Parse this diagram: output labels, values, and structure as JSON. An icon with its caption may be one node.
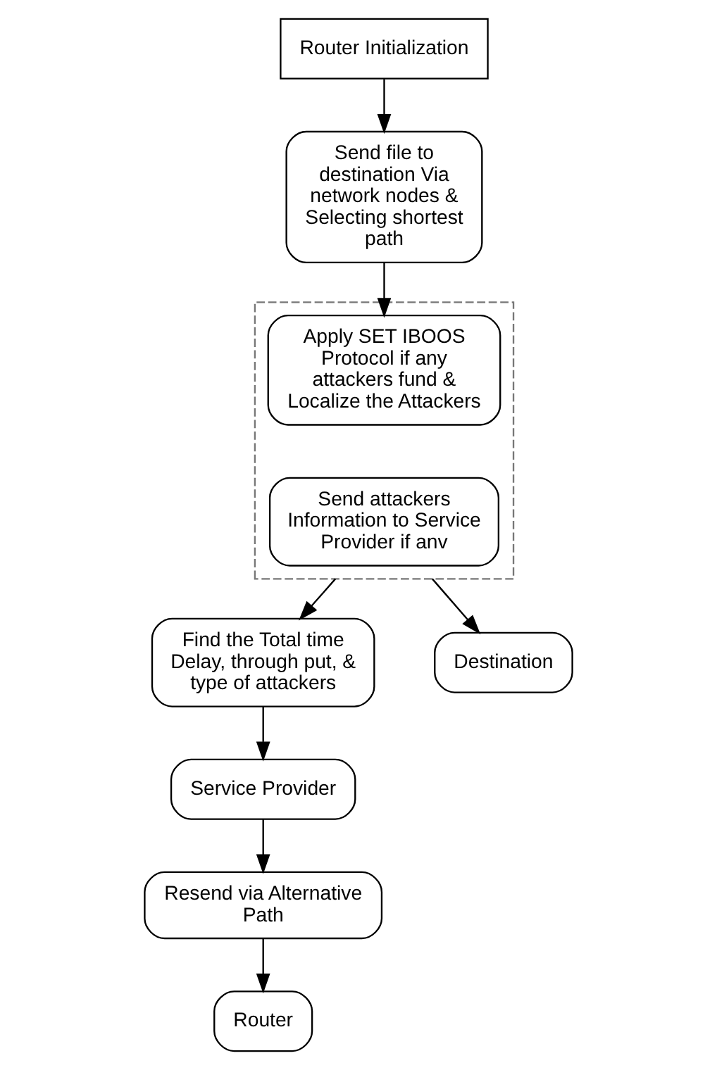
{
  "diagram": {
    "nodes": [
      {
        "text": [
          "Router Initialization"
        ]
      },
      {
        "text": [
          "Send file to destination Via network nodes & Selecting shortest path"
        ]
      },
      {
        "text": [],
        "shape": "box"
      },
      {
        "text": [
          "Apply SET IBOOS Protocol if any attackers fund & Localize the Attackers"
        ],
        "in": 2
      },
      {
        "text": [
          "Send attackers Information to Service Provider if anv"
        ],
        "in": 2
      },
      {
        "text": [
          "Find the Total time Delay, through put, & type of attackers"
        ]
      },
      {
        "text": [
          "Service Provider"
        ]
      },
      {
        "text": [
          "Resend via Alternative Path"
        ]
      },
      {
        "text": [
          "Router"
        ]
      },
      {
        "text": [
          "Destination"
        ]
      }
    ],
    "edges": [
      {
        "from": 0,
        "to": 1,
        "arrow": "to"
      },
      {
        "from": 1,
        "to": 3,
        "arrow": "to"
      },
      {
        "from": 2,
        "to": 5,
        "arrow": "to"
      },
      {
        "from": 5,
        "to": 6,
        "arrow": "to"
      },
      {
        "from": 6,
        "to": 7,
        "arrow": "to"
      },
      {
        "from": 7,
        "to": 8,
        "arrow": "to"
      },
      {
        "from": 2,
        "to": 9,
        "arrow": "to"
      }
    ]
  }
}
